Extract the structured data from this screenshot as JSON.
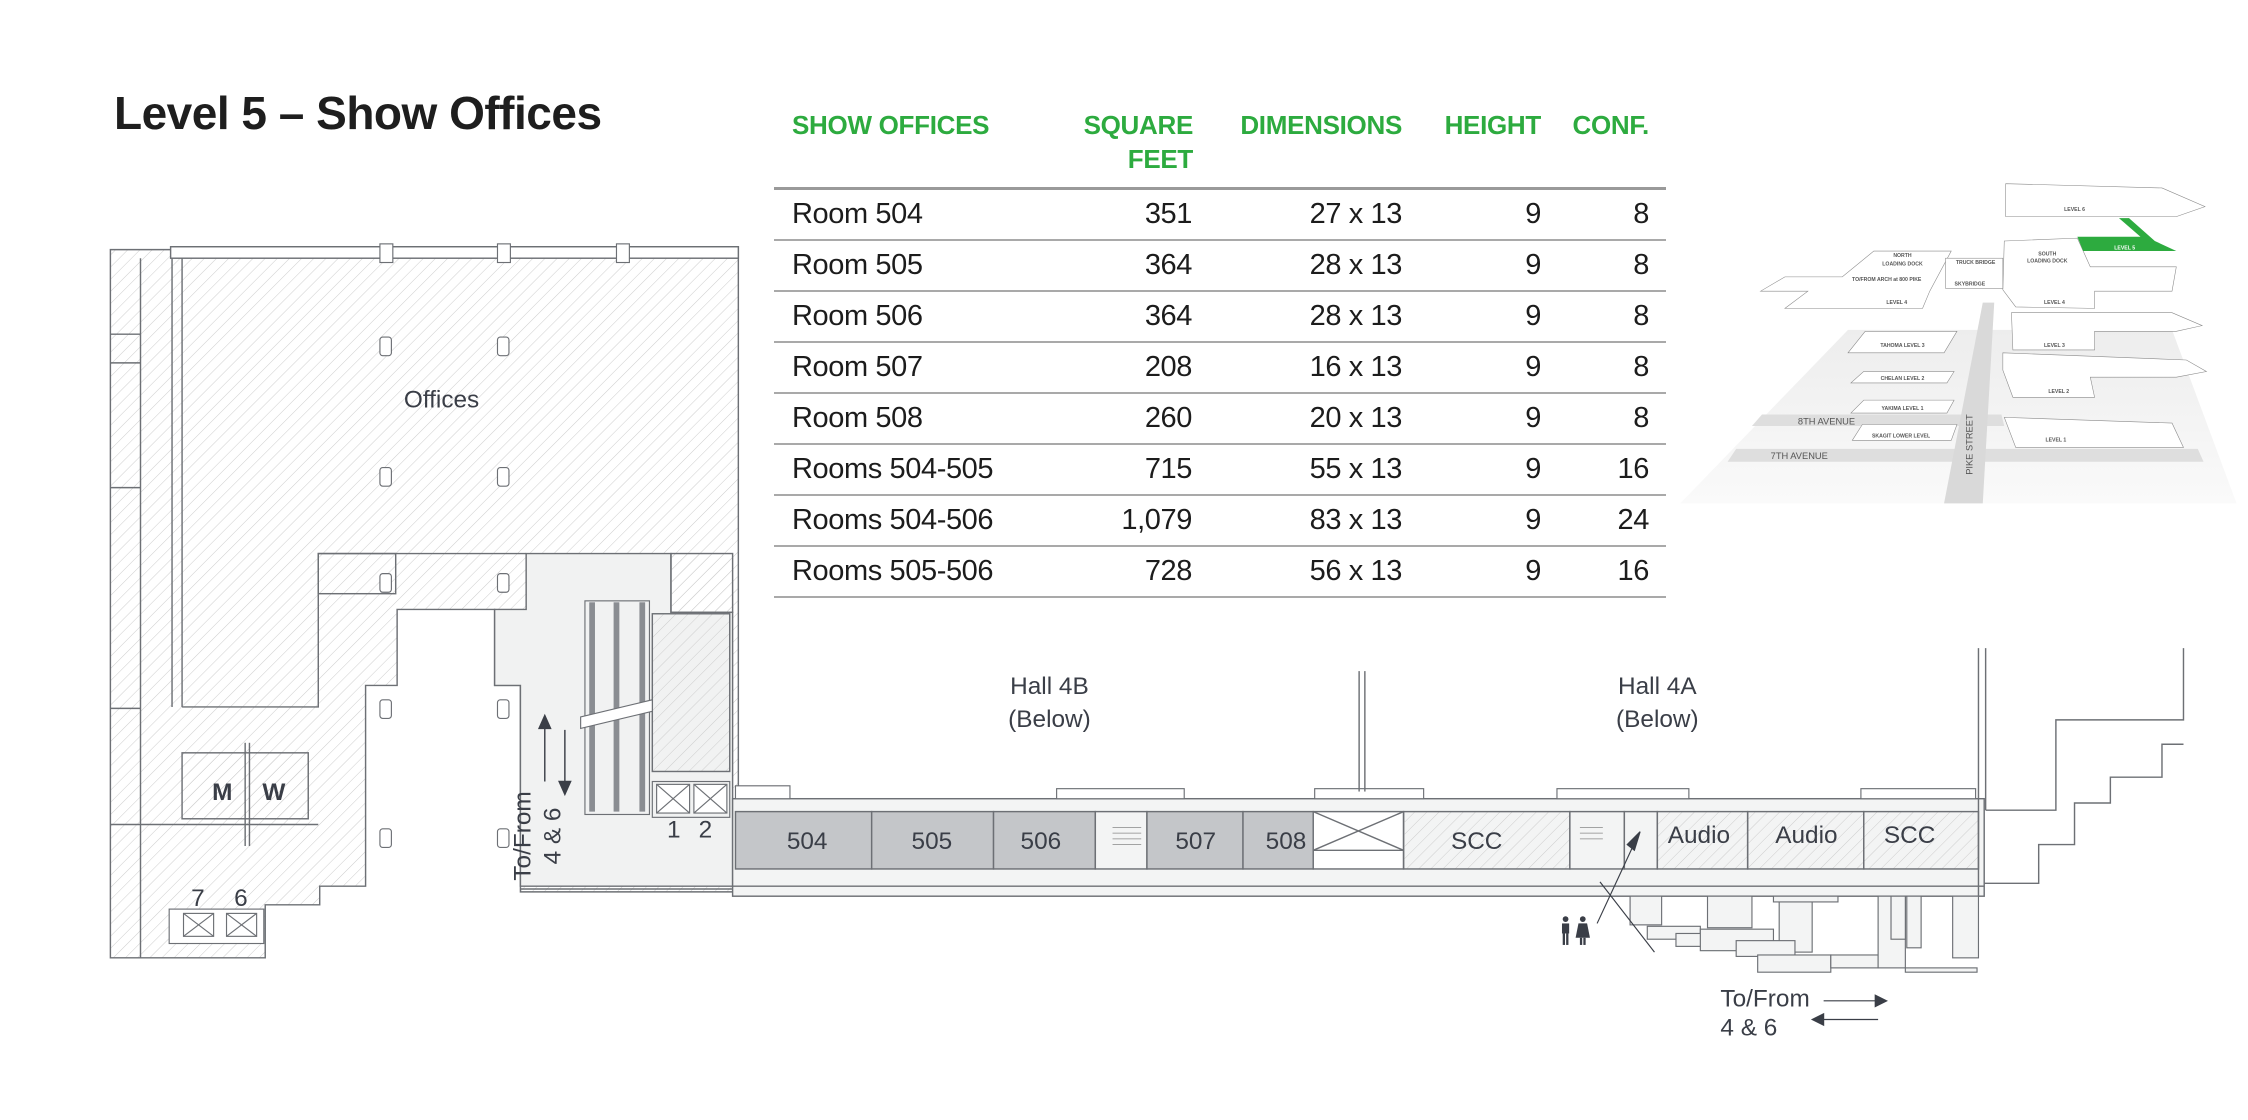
{
  "title": "Level 5 – Show Offices",
  "table": {
    "headers": {
      "name": "SHOW OFFICES",
      "sqft_line1": "SQUARE",
      "sqft_line2": "FEET",
      "dimensions": "DIMENSIONS",
      "height": "HEIGHT",
      "conf": "CONF."
    },
    "rows": [
      {
        "name": "Room 504",
        "sqft": "351",
        "dimensions": "27 x 13",
        "height": "9",
        "conf": "8"
      },
      {
        "name": "Room 505",
        "sqft": "364",
        "dimensions": "28 x 13",
        "height": "9",
        "conf": "8"
      },
      {
        "name": "Room 506",
        "sqft": "364",
        "dimensions": "28 x 13",
        "height": "9",
        "conf": "8"
      },
      {
        "name": "Room 507",
        "sqft": "208",
        "dimensions": "16 x 13",
        "height": "9",
        "conf": "8"
      },
      {
        "name": "Room 508",
        "sqft": "260",
        "dimensions": "20 x 13",
        "height": "9",
        "conf": "8"
      },
      {
        "name": "Rooms 504-505",
        "sqft": "715",
        "dimensions": "55 x 13",
        "height": "9",
        "conf": "16"
      },
      {
        "name": "Rooms 504-506",
        "sqft": "1,079",
        "dimensions": "83 x 13",
        "height": "9",
        "conf": "24"
      },
      {
        "name": "Rooms 505-506",
        "sqft": "728",
        "dimensions": "56 x 13",
        "height": "9",
        "conf": "16"
      }
    ]
  },
  "plan": {
    "offices": "Offices",
    "men": "M",
    "women": "W",
    "elev_1": "1",
    "elev_2": "2",
    "elev_7": "7",
    "elev_6": "6",
    "to_from": "To/From",
    "floors_46": "4 & 6",
    "hall_4b": "Hall 4B",
    "hall_4a": "Hall 4A",
    "below": "(Below)",
    "rooms": {
      "r504": "504",
      "r505": "505",
      "r506": "506",
      "r507": "507",
      "r508": "508",
      "scc1": "SCC",
      "audio1": "Audio",
      "audio2": "Audio",
      "scc2": "SCC"
    },
    "restroom_icon": "restroom-icon"
  },
  "inset": {
    "level6": "LEVEL 6",
    "level5": "LEVEL 5",
    "north_dock_1": "NORTH",
    "north_dock_2": "LOADING DOCK",
    "south_dock_1": "SOUTH",
    "south_dock_2": "LOADING DOCK",
    "truck_bridge": "TRUCK BRIDGE",
    "skybridge": "SKYBRIDGE",
    "arch": "TO/FROM ARCH at 800 PIKE",
    "level4_left": "LEVEL 4",
    "level4_right": "LEVEL 4",
    "tahoma": "TAHOMA LEVEL 3",
    "level3": "LEVEL 3",
    "chelan": "CHELAN LEVEL 2",
    "level2": "LEVEL 2",
    "yakima": "YAKIMA LEVEL 1",
    "skagit": "SKAGIT LOWER LEVEL",
    "level1": "LEVEL 1",
    "eighth_ave": "8TH AVENUE",
    "seventh_ave": "7TH AVENUE",
    "pike": "PIKE STREET",
    "highlight_color": "#2dab3f"
  },
  "colors": {
    "accent": "#2dab3f",
    "room_fill": "#c4c6c9",
    "text": "#3a3e47"
  }
}
